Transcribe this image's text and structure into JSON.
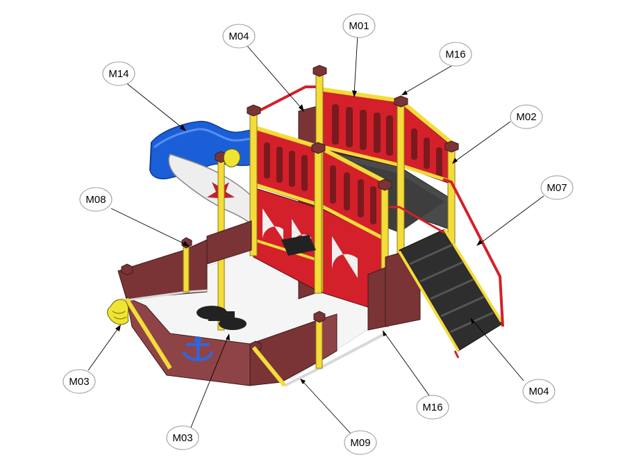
{
  "colors": {
    "wood_dark": "#7a3436",
    "wood_mid": "#8e4446",
    "rail_red": "#d4202a",
    "post_yellow": "#f4dc3a",
    "post_shadow": "#b9a21d",
    "slide_blue": "#1b5fd8",
    "deck_gray": "#4a4a4a",
    "flag_white": "#eeeeee",
    "flag_cross": "#c3202a",
    "anchor_blue": "#2b67e6",
    "dragon_yellow": "#efe433",
    "leader": "#000000"
  },
  "callouts": [
    {
      "id": "c-m01-top",
      "label": "M01"
    },
    {
      "id": "c-m04-top",
      "label": "M04"
    },
    {
      "id": "c-m16-top",
      "label": "M16"
    },
    {
      "id": "c-m14",
      "label": "M14"
    },
    {
      "id": "c-m02",
      "label": "M02"
    },
    {
      "id": "c-m07",
      "label": "M07"
    },
    {
      "id": "c-m08",
      "label": "M08"
    },
    {
      "id": "c-m03-left",
      "label": "M03"
    },
    {
      "id": "c-m04-right",
      "label": "M04"
    },
    {
      "id": "c-m16-bottom",
      "label": "M16"
    },
    {
      "id": "c-m03-bottom",
      "label": "M03"
    },
    {
      "id": "c-m09",
      "label": "M09"
    }
  ]
}
